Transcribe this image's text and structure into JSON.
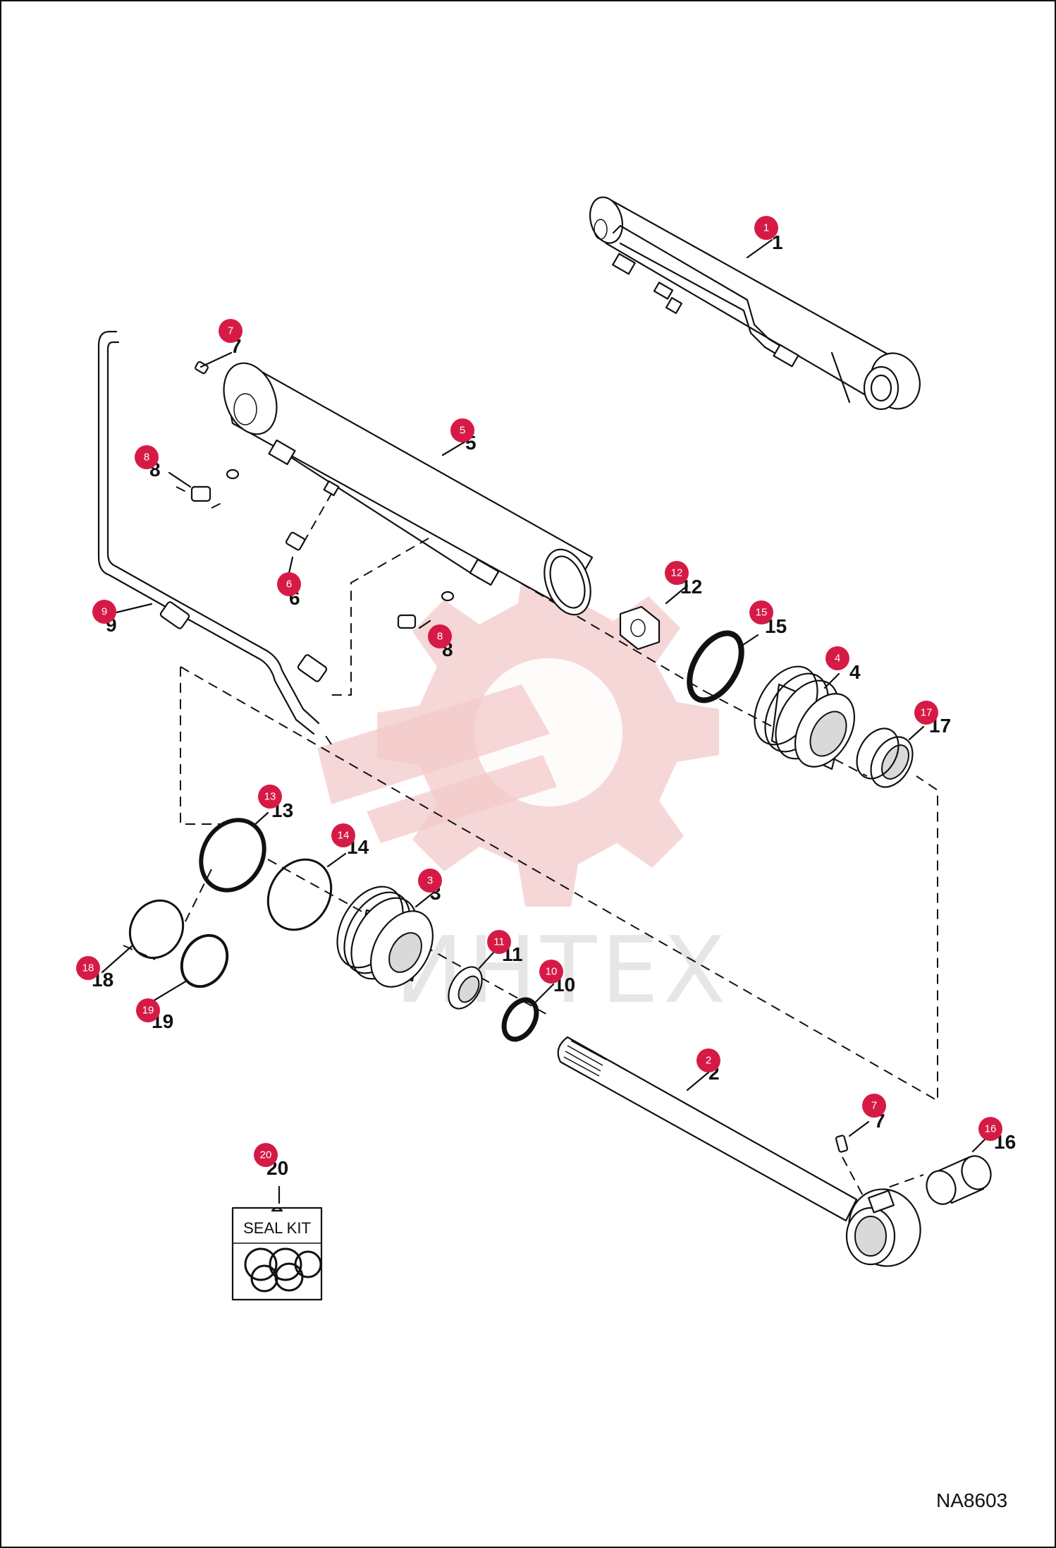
{
  "diagram": {
    "code": "NA8603",
    "watermark": "ИНТЕХ",
    "seal_kit_label": "SEAL KIT",
    "callouts": [
      {
        "id": "c1",
        "number": "1"
      },
      {
        "id": "c7a",
        "number": "7"
      },
      {
        "id": "c5",
        "number": "5"
      },
      {
        "id": "c8a",
        "number": "8"
      },
      {
        "id": "c6",
        "number": "6"
      },
      {
        "id": "c9",
        "number": "9"
      },
      {
        "id": "c12",
        "number": "12"
      },
      {
        "id": "c8b",
        "number": "8"
      },
      {
        "id": "c15",
        "number": "15"
      },
      {
        "id": "c4",
        "number": "4"
      },
      {
        "id": "c17",
        "number": "17"
      },
      {
        "id": "c13",
        "number": "13"
      },
      {
        "id": "c14",
        "number": "14"
      },
      {
        "id": "c3",
        "number": "3"
      },
      {
        "id": "c11",
        "number": "11"
      },
      {
        "id": "c10",
        "number": "10"
      },
      {
        "id": "c18",
        "number": "18"
      },
      {
        "id": "c19",
        "number": "19"
      },
      {
        "id": "c2",
        "number": "2"
      },
      {
        "id": "c7b",
        "number": "7"
      },
      {
        "id": "c16",
        "number": "16"
      },
      {
        "id": "c20",
        "number": "20"
      }
    ]
  }
}
